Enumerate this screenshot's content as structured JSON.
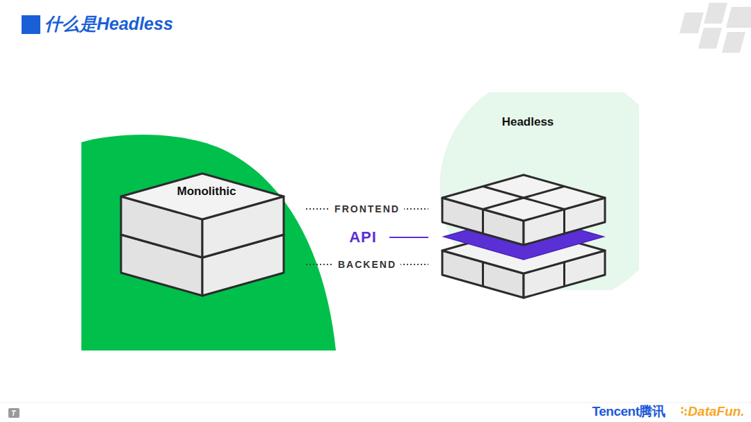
{
  "diagram": {
    "title": "什么是Headless",
    "nodes": [
      {
        "text": [
          "Monolithic"
        ]
      },
      {
        "text": [
          "Headless"
        ]
      }
    ],
    "edges": [
      {
        "from": 0,
        "to": 1,
        "arrow": "none",
        "label": "FRONTEND"
      },
      {
        "from": 0,
        "to": 1,
        "arrow": "none",
        "label": "BACKEND"
      }
    ],
    "labels": [
      "API",
      "Tencent腾讯",
      "DataFun."
    ]
  }
}
